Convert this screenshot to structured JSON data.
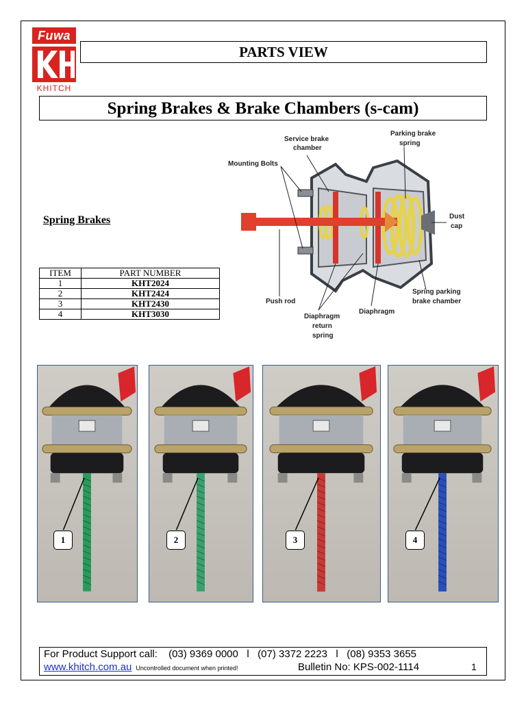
{
  "logo": {
    "brand_top": "Fuwa",
    "brand_bottom": "KHITCH",
    "brand_color": "#d8231f"
  },
  "header": {
    "parts_view": "PARTS VIEW",
    "title": "Spring Brakes & Brake Chambers (s-cam)"
  },
  "section": {
    "heading": "Spring Brakes"
  },
  "parts_table": {
    "headers": [
      "ITEM",
      "PART NUMBER"
    ],
    "rows": [
      {
        "item": "1",
        "part": "KHT2024"
      },
      {
        "item": "2",
        "part": "KHT2424"
      },
      {
        "item": "3",
        "part": "KHT2430"
      },
      {
        "item": "4",
        "part": "KHT3030"
      }
    ]
  },
  "diagram": {
    "labels": {
      "service_chamber": [
        "Service brake",
        "chamber"
      ],
      "parking_spring": [
        "Parking brake",
        "spring"
      ],
      "mounting_bolts": "Mounting Bolts",
      "dust_cap": [
        "Dust",
        "cap"
      ],
      "push_rod": "Push rod",
      "spring_parking_chamber": [
        "Spring parking",
        "brake chamber"
      ],
      "diaphragm": "Diaphragm",
      "diaphragm_return": [
        "Diaphragm",
        "return",
        "spring"
      ]
    }
  },
  "photos": [
    {
      "callout": "1",
      "hose_color": "#2a9a5a"
    },
    {
      "callout": "2",
      "hose_color": "#3aa070"
    },
    {
      "callout": "3",
      "hose_color": "#c83a36"
    },
    {
      "callout": "4",
      "hose_color": "#2a4fb8"
    }
  ],
  "footer": {
    "support_label": "For Product Support call:",
    "phones": "(03) 9369 0000   l   (07) 3372 2223   l   (08) 9353 3655",
    "website": "www.khitch.com.au",
    "note": "Uncontrolled document when printed!",
    "bulletin": "Bulletin No: KPS-002-1114",
    "page": "1"
  }
}
